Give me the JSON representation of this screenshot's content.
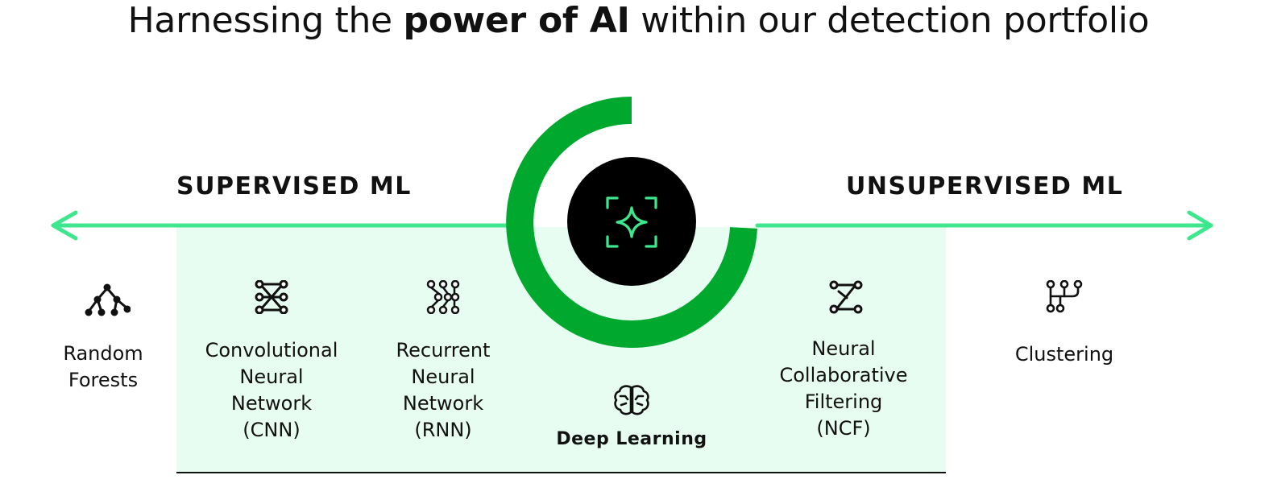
{
  "title": {
    "prefix": "Harnessing the ",
    "emphasis": "power of AI",
    "suffix": " within our detection portfolio"
  },
  "sections": {
    "supervised": "SUPERVISED ML",
    "unsupervised": "UNSUPERVISED ML"
  },
  "methods": {
    "random_forests": {
      "label": "Random\nForests",
      "icon": "decision-tree-icon"
    },
    "cnn": {
      "label": "Convolutional\nNeural\nNetwork\n(CNN)",
      "icon": "cnn-network-icon"
    },
    "rnn": {
      "label": "Recurrent\nNeural\nNetwork\n(RNN)",
      "icon": "rnn-grid-icon"
    },
    "deep_learning": {
      "label": "Deep Learning",
      "icon": "brain-icon"
    },
    "ncf": {
      "label": "Neural\nCollaborative\nFiltering\n(NCF)",
      "icon": "ncf-graph-icon"
    },
    "clustering": {
      "label": "Clustering",
      "icon": "cluster-tree-icon"
    }
  },
  "center": {
    "icon": "ai-sparkle-scan-icon"
  },
  "colors": {
    "accent_green": "#00a92e",
    "arrow_mint": "#3ee68e",
    "band_mint": "#e7fdf1",
    "icon_mint": "#3ee68e",
    "text": "#111111"
  }
}
